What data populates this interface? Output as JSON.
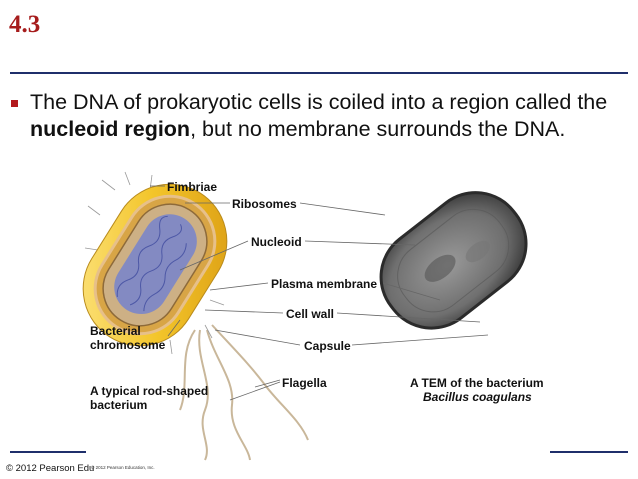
{
  "slide": {
    "number": "4.3"
  },
  "bullet": {
    "part1": "The DNA of prokaryotic cells is coiled into a region called the ",
    "bold": "nucleoid region",
    "part2": ", but no membrane surrounds the DNA."
  },
  "figure": {
    "labels": {
      "fimbriae": "Fimbriae",
      "ribosomes": "Ribosomes",
      "nucleoid": "Nucleoid",
      "plasma_membrane": "Plasma membrane",
      "cell_wall": "Cell wall",
      "capsule": "Capsule",
      "flagella": "Flagella",
      "bacterial_chromosome_1": "Bacterial",
      "bacterial_chromosome_2": "chromosome",
      "rod_shaped_1": "A typical rod-shaped",
      "rod_shaped_2": "bacterium",
      "tem_1": "A TEM of the bacterium",
      "tem_2": "Bacillus coagulans"
    }
  },
  "footer": {
    "copyright": "© 2012 Pearson Edu",
    "copyright_small": "© 2012 Pearson Education, Inc."
  },
  "colors": {
    "title_red": "#a61c1c",
    "rule_navy": "#1f2f6b",
    "capsule_yellow": "#f3c52a",
    "cytoplasm_tan": "#c9a77a",
    "nucleoid_blue": "#7b86c9"
  }
}
